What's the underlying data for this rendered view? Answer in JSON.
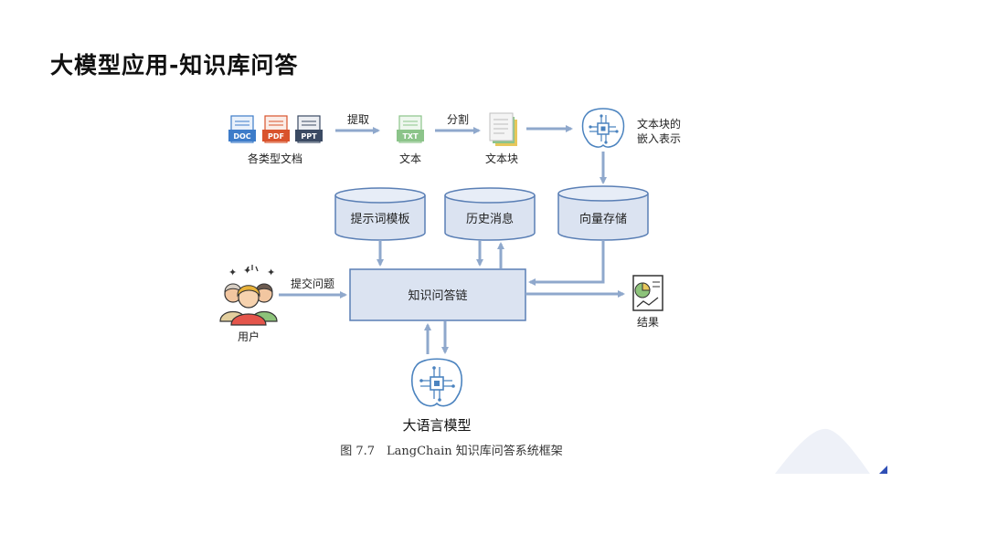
{
  "slide": {
    "title": "大模型应用-知识库问答"
  },
  "diagram": {
    "docs_label": "各类型文档",
    "doc_tags": [
      "DOC",
      "PDF",
      "PPT"
    ],
    "extract_label": "提取",
    "txt_tag": "TXT",
    "text_label": "文本",
    "split_label": "分割",
    "chunk_label": "文本块",
    "embed_label_1": "文本块的",
    "embed_label_2": "嵌入表示",
    "prompt_template": "提示词模板",
    "history": "历史消息",
    "vector_store": "向量存储",
    "submit_label": "提交问题",
    "qa_chain": "知识问答链",
    "user_label": "用户",
    "result_label": "结果",
    "llm_label": "大语言模型",
    "caption": "图 7.7　LangChain 知识库问答系统框架"
  },
  "colors": {
    "arrow": "#8fa8cc",
    "box_fill": "#dbe3f1",
    "box_stroke": "#5a7fb5",
    "doc_blue": "#3d7cc9",
    "doc_red": "#d9532c",
    "doc_dark": "#3b4a63",
    "txt_green": "#8cc48a"
  }
}
